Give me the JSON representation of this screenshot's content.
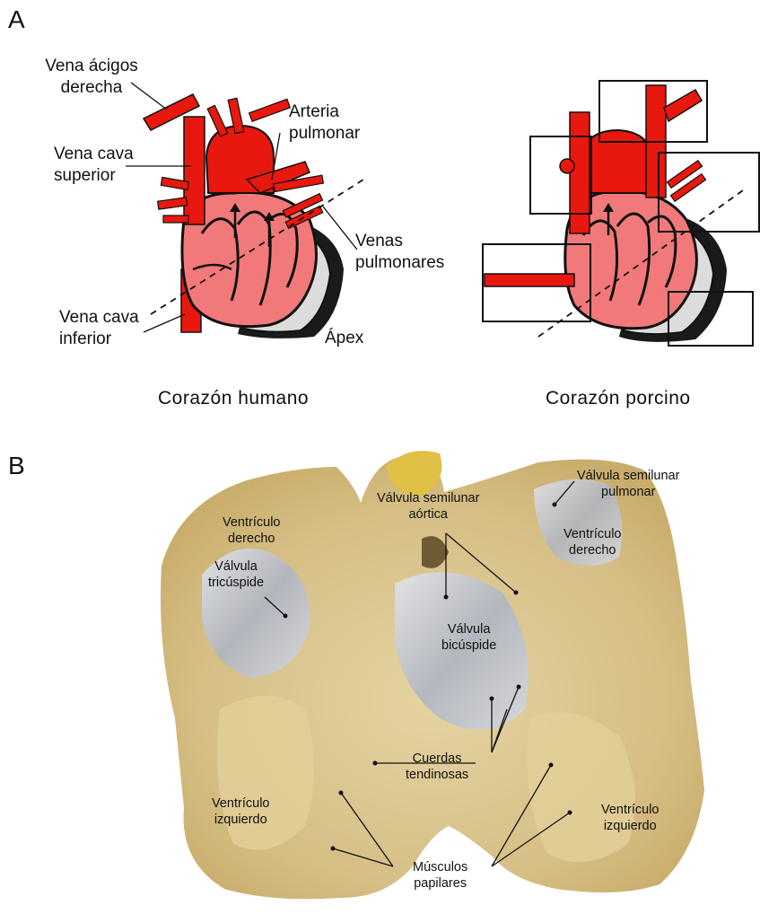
{
  "panel_a": {
    "letter": "A",
    "human": {
      "caption": "Corazón humano",
      "labels": {
        "azygos_l1": "Vena ácigos",
        "azygos_l2": "derecha",
        "svc_l1": "Vena cava",
        "svc_l2": "superior",
        "pa_l1": "Arteria",
        "pa_l2": "pulmonar",
        "pv_l1": "Venas",
        "pv_l2": "pulmonares",
        "ivc_l1": "Vena cava",
        "ivc_l2": "inferior",
        "apex": "Ápex"
      }
    },
    "porcine": {
      "caption": "Corazón porcino"
    }
  },
  "panel_b": {
    "letter": "B",
    "labels": {
      "rv_left_l1": "Ventrículo",
      "rv_left_l2": "derecho",
      "tricuspid_l1": "Válvula",
      "tricuspid_l2": "tricúspide",
      "aortic_l1": "Válvula semilunar",
      "aortic_l2": "aórtica",
      "pulmonic_l1": "Válvula semilunar",
      "pulmonic_l2": "pulmonar",
      "rv_right_l1": "Ventrículo",
      "rv_right_l2": "derecho",
      "bicuspid_l1": "Válvula",
      "bicuspid_l2": "bicúspide",
      "chordae_l1": "Cuerdas",
      "chordae_l2": "tendinosas",
      "lv_left_l1": "Ventrículo",
      "lv_left_l2": "izquierdo",
      "lv_right_l1": "Ventrículo",
      "lv_right_l2": "izquierdo",
      "papillary_l1": "Músculos",
      "papillary_l2": "papilares"
    }
  },
  "colors": {
    "vessel_red": "#e8180e",
    "chamber_pink": "#f2797a",
    "outline": "#111111",
    "pericardium_grey": "#d9d9d9",
    "tissue": "#d8c48f",
    "membrane": "#c9ccd6"
  }
}
